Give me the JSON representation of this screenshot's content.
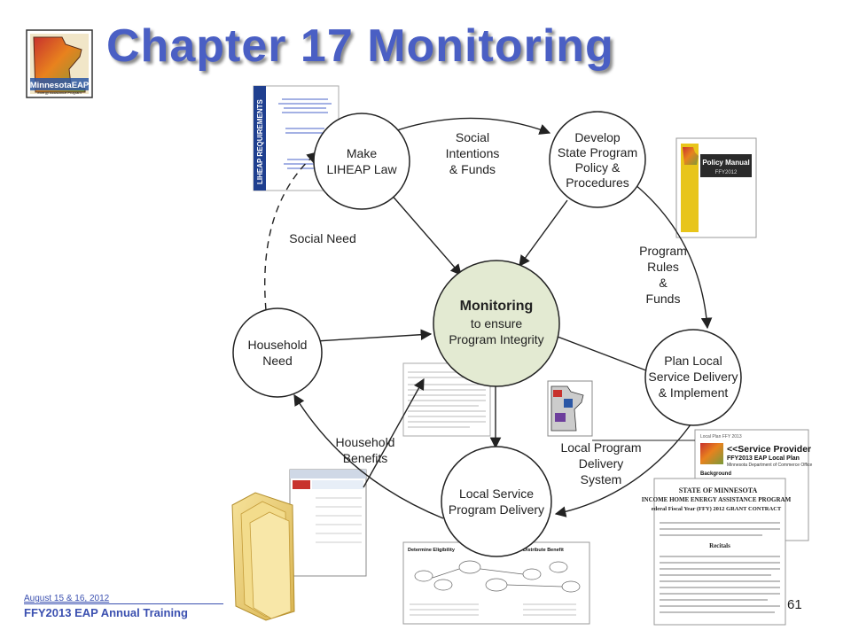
{
  "slide": {
    "title": "Chapter 17 Monitoring",
    "page_number": "61",
    "footer_date": "August 15 & 16, 2012",
    "footer_title": "FFY2013 EAP Annual Training"
  },
  "logo": {
    "text": "MinnesotaEAP",
    "subtext": "Energy Assistance Program"
  },
  "diagram": {
    "hub": {
      "line1": "Monitoring",
      "line2": "to ensure",
      "line3": "Program Integrity"
    },
    "nodes": {
      "make_law": [
        "Make",
        "LIHEAP Law"
      ],
      "develop_policy": [
        "Develop",
        "State Program",
        "Policy &",
        "Procedures"
      ],
      "plan_local": [
        "Plan Local",
        "Service Delivery",
        "& Implement"
      ],
      "local_delivery": [
        "Local Service",
        "Program Delivery"
      ],
      "household_need": [
        "Household",
        "Need"
      ]
    },
    "edges": {
      "social_intentions": [
        "Social",
        "Intentions",
        "& Funds"
      ],
      "program_rules": [
        "Program",
        "Rules",
        "&",
        "Funds"
      ],
      "local_program_system": [
        "Local Program",
        "Delivery",
        "System"
      ],
      "household_benefits": [
        "Household",
        "Benefits"
      ],
      "social_need": [
        "Social Need"
      ]
    }
  },
  "thumbnails": {
    "liheap_requirements": "LIHEAP REQUIREMENTS",
    "policy_manual": "Policy Manual",
    "policy_manual_year": "FFY2012",
    "service_provider": "<<Service Provider",
    "local_plan": "FFY2013 EAP Local Plan",
    "local_plan_dept": "Minnesota Department of Commerce Office",
    "state_header": "STATE OF MINNESOTA",
    "grant_line1": "INCOME HOME ENERGY ASSISTANCE PROGRAM",
    "grant_line2": "ederal Fiscal Year (FFY) 2012 GRANT CONTRACT",
    "recitals": "Recitals",
    "background": "Background",
    "local_plan_header": "Local Plan FFY 2013",
    "determine_eligibility": "Determine Eligibility",
    "distribute_benefit": "Distribute Benefit"
  },
  "colors": {
    "title": "#4a5fc4",
    "hub_fill": "#e3ead2",
    "footer": "#3b50b0",
    "logo_orange": "#e8821e",
    "logo_blue": "#2b57a5"
  }
}
